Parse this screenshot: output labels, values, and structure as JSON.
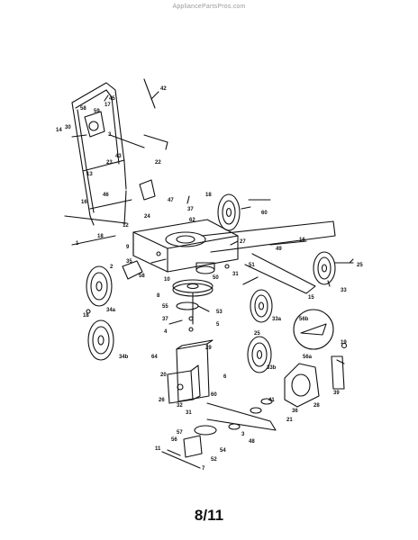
{
  "watermark": "AppliancePartsPros.com",
  "page_number": "8/11",
  "callouts": [
    "42",
    "45",
    "58",
    "59",
    "17",
    "14",
    "30",
    "3",
    "13",
    "23",
    "43",
    "22",
    "46",
    "16",
    "47",
    "18",
    "37",
    "62",
    "24",
    "12",
    "60",
    "1",
    "18",
    "9",
    "35",
    "10",
    "27",
    "49",
    "16",
    "25",
    "2",
    "58",
    "31",
    "51",
    "15",
    "33",
    "50",
    "8",
    "53",
    "55",
    "37",
    "4",
    "34a",
    "34b",
    "18",
    "5",
    "33a",
    "56b",
    "25",
    "64",
    "29",
    "19",
    "56a",
    "33b",
    "20",
    "6",
    "26",
    "32",
    "60",
    "41",
    "39",
    "28",
    "31",
    "48",
    "21",
    "36",
    "3",
    "11",
    "57",
    "56",
    "54",
    "52",
    "7"
  ],
  "colors": {
    "ink": "#111111",
    "watermark": "#9a9a9a",
    "paper": "#ffffff"
  }
}
